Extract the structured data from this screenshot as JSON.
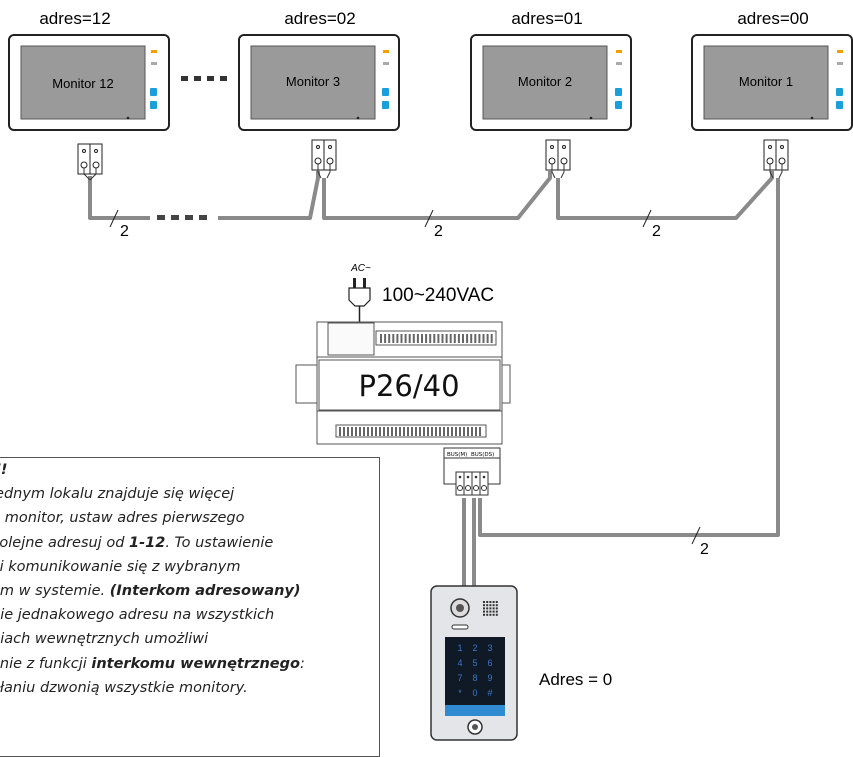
{
  "monitors": [
    {
      "address": "adres=12",
      "name": "Monitor 12"
    },
    {
      "address": "adres=02",
      "name": "Monitor 3"
    },
    {
      "address": "adres=01",
      "name": "Monitor 2"
    },
    {
      "address": "adres=00",
      "name": "Monitor 1"
    }
  ],
  "wire_count": "2",
  "power": {
    "ac_label": "AC~",
    "voltage": "100~240VAC"
  },
  "power_unit": {
    "model": "P26/40",
    "port_label_m": "BUS(M)",
    "port_label_ds": "BUS(DS)"
  },
  "door_station": {
    "address": "Adres = 0",
    "keys": [
      "1",
      "2",
      "3",
      "4",
      "5",
      "6",
      "7",
      "8",
      "9",
      "*",
      "0",
      "#"
    ]
  },
  "note": {
    "title": "E!",
    "lines": [
      [
        {
          "t": " jednym lokalu znajduje się więcej"
        }
      ],
      [
        {
          "t": "n monitor, ustaw adres pierwszego"
        }
      ],
      [
        {
          "t": " kolejne adresuj od "
        },
        {
          "t": "1-12",
          "b": true
        },
        {
          "t": ". To ustawienie"
        }
      ],
      [
        {
          "t": "vi komunikowanie się z wybranym"
        }
      ],
      [
        {
          "t": "em w systemie. "
        },
        {
          "t": "(Interkom adresowany)",
          "b": true
        }
      ],
      [
        {
          "t": "nie jednakowego adresu na wszystkich"
        }
      ],
      [
        {
          "t": "niach wewnętrznych umożliwi"
        }
      ],
      [
        {
          "t": "anie z funkcji "
        },
        {
          "t": "interkomu wewnętrznego",
          "b": true
        },
        {
          "t": ":"
        }
      ],
      [
        {
          "t": "ołaniu dzwonią wszystkie monitory."
        }
      ]
    ]
  }
}
